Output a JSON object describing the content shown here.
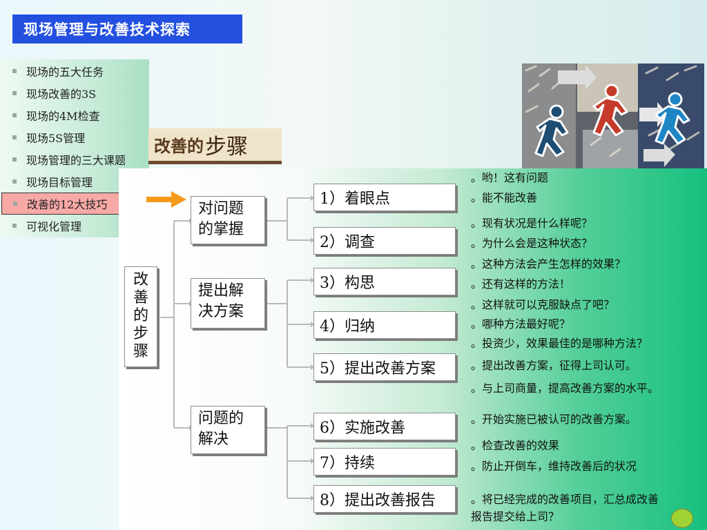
{
  "title": "现场管理与改善技术探索",
  "sidebar": {
    "items": [
      {
        "label": "现场的五大任务"
      },
      {
        "label": "现场改善的3S"
      },
      {
        "label": "现场的4M检查"
      },
      {
        "label": "现场5S管理"
      },
      {
        "label": "现场管理的三大课题"
      },
      {
        "label": "现场目标管理"
      },
      {
        "label": "改善的12大技巧",
        "active": true
      },
      {
        "label": "可视化管理"
      }
    ]
  },
  "subtitle": {
    "prefix": "改善的",
    "emphasis": "步骤"
  },
  "flow": {
    "root": "改\n善\n的\n步\n骤",
    "stages": [
      "对问题\n的掌握",
      "提出解\n决方案",
      "问题的\n解决"
    ],
    "steps": [
      "1）着眼点",
      "2）调查",
      "3）构思",
      "4）归纳",
      "5）提出改善方案",
      "6）实施改善",
      "7）持续",
      "8）提出改善报告"
    ]
  },
  "notes": [
    "。哟！这有问题",
    "。能不能改善",
    "。现有状况是什么样呢？",
    "。为什么会是这种状态？",
    "。这种方法会产生怎样的效果？",
    "。还有这样的方法！",
    "。这样就可以克服缺点了吧？",
    "。哪种方法最好呢？",
    "。投资少，效果最佳的是哪种方法？",
    "。提出改善方案，征得上司认可。",
    "。与上司商量，提高改善方案的水平。",
    "。开始实施已被认可的改善方案。",
    "。检查改善的效果",
    "。防止开倒车，维持改善后的状况",
    "。将已经完成的改善项目，汇总成改善",
    "报告提交给上司？"
  ],
  "colors": {
    "title_bar": "#2450e0",
    "active_item": "#f7a9a6",
    "arrow": "#f39a1b",
    "dot": "#9fd233"
  }
}
